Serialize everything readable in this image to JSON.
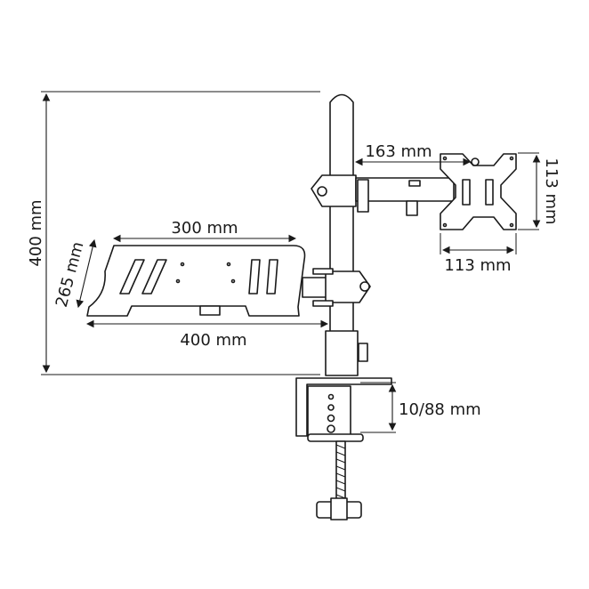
{
  "dimensions": {
    "total_height": "400 mm",
    "tray_top_width": "300 mm",
    "tray_depth": "265 mm",
    "tray_bottom_width": "400 mm",
    "arm_reach": "163 mm",
    "vesa_height": "113 mm",
    "vesa_width": "113 mm",
    "clamp_range": "10/88 mm"
  },
  "colors": {
    "line": "#1a1a1a",
    "background": "#ffffff"
  }
}
